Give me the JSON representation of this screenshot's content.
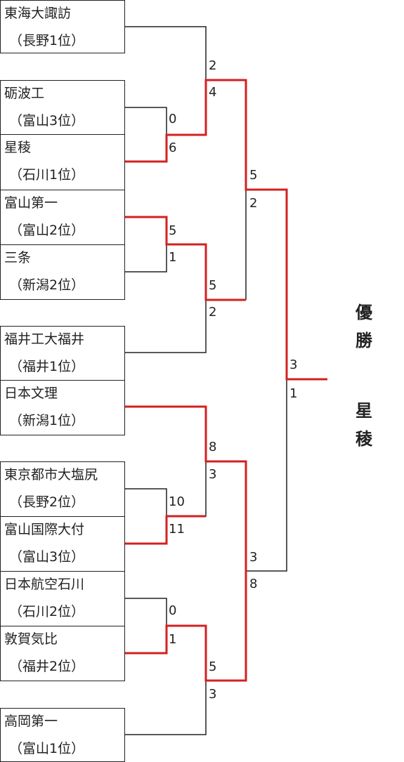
{
  "teams": [
    {
      "name": "東海大諏訪",
      "pref": "（長野1位）"
    },
    {
      "name": "砺波工",
      "pref": "（富山3位）"
    },
    {
      "name": "星稜",
      "pref": "（石川1位）"
    },
    {
      "name": "富山第一",
      "pref": "（富山2位）"
    },
    {
      "name": "三条",
      "pref": "（新潟2位）"
    },
    {
      "name": "福井工大福井",
      "pref": "（福井1位）"
    },
    {
      "name": "日本文理",
      "pref": "（新潟1位）"
    },
    {
      "name": "東京都市大塩尻",
      "pref": "（長野2位）"
    },
    {
      "name": "富山国際大付",
      "pref": "（富山3位）"
    },
    {
      "name": "日本航空石川",
      "pref": "（石川2位）"
    },
    {
      "name": "敦賀気比",
      "pref": "（福井2位）"
    },
    {
      "name": "高岡第一",
      "pref": "（富山1位）"
    }
  ],
  "scores": {
    "r1_a_top": "0",
    "r1_a_bot": "6",
    "r1_b_top": "5",
    "r1_b_bot": "1",
    "r1_c_top": "10",
    "r1_c_bot": "11",
    "r1_d_top": "0",
    "r1_d_bot": "1",
    "r2_a_top": "2",
    "r2_a_bot": "4",
    "r2_b_top": "5",
    "r2_b_bot": "2",
    "r2_c_top": "8",
    "r2_c_bot": "3",
    "r2_d_top": "5",
    "r2_d_bot": "3",
    "sf_top_top": "5",
    "sf_top_bot": "2",
    "sf_bot_top": "3",
    "sf_bot_bot": "8",
    "final_top": "3",
    "final_bot": "1"
  },
  "champion": {
    "label": "優勝",
    "label_chars": [
      "優",
      "勝"
    ],
    "name": "星稜",
    "name_chars": [
      "星",
      "稜"
    ]
  },
  "colors": {
    "winner_line": "#d42020",
    "line": "#222222"
  }
}
